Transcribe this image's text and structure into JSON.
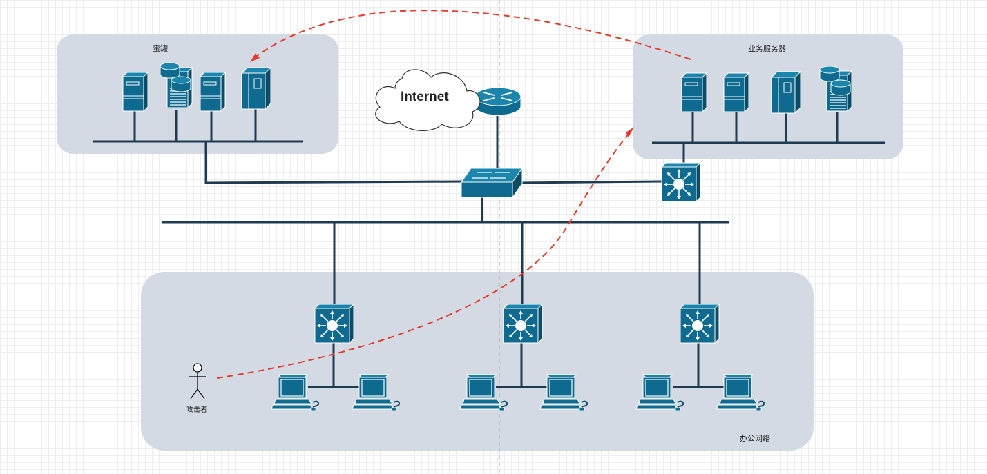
{
  "diagram": {
    "groups": {
      "honeypot": "蜜罐",
      "business": "业务服务器",
      "office": "办公网络"
    },
    "cloud_label": "Internet",
    "attacker_label": "攻击者",
    "colors": {
      "device": "#0e6a8e",
      "device_dark": "#0a4d68",
      "line": "#1e3b52",
      "group_bg": "#d3dae3",
      "attack": "#e8392a"
    }
  }
}
